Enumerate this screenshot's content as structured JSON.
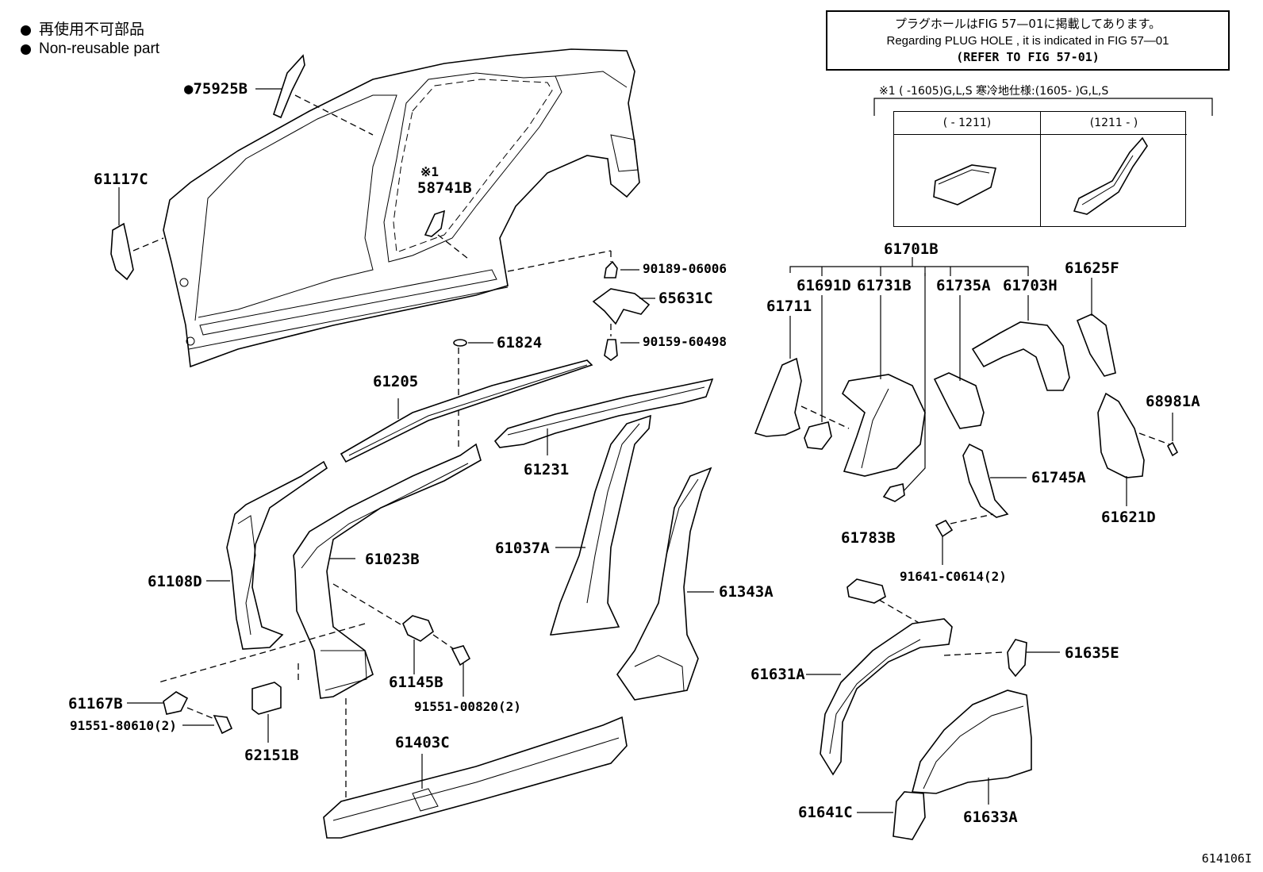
{
  "legend": {
    "jp": "再使用不可部品",
    "en": "Non-reusable part"
  },
  "note": {
    "line1": "プラグホールはFIG 57—01に掲載してあります。",
    "line2": "Regarding  PLUG  HOLE , it is indicated in FIG 57—01",
    "line3": "(REFER TO FIG 57-01)"
  },
  "spec_header": "※1 (       -1605)G,L,S 寒冷地仕様:(1605-        )G,L,S",
  "variant_table": {
    "col1": "(      - 1211)",
    "col2": "(1211 -      )"
  },
  "note_mark": "※1",
  "parts": {
    "p75925B": "●75925B",
    "p61117C": "61117C",
    "p58741B": "58741B",
    "p90189": "90189-06006",
    "p65631C": "65631C",
    "p90159": "90159-60498",
    "p61824": "61824",
    "p61205": "61205",
    "p61231": "61231",
    "p61108D": "61108D",
    "p61023B": "61023B",
    "p61037A": "61037A",
    "p61343A": "61343A",
    "p61145B": "61145B",
    "p91551_00820": "91551-00820(2)",
    "p61167B": "61167B",
    "p91551_80610": "91551-80610(2)",
    "p62151B": "62151B",
    "p61403C": "61403C",
    "p61701B": "61701B",
    "p61711": "61711",
    "p61691D": "61691D",
    "p61731B": "61731B",
    "p61735A": "61735A",
    "p61703H": "61703H",
    "p61625F": "61625F",
    "p68981A": "68981A",
    "p61621D": "61621D",
    "p61745A": "61745A",
    "p91641": "91641-C0614(2)",
    "p61783B": "61783B",
    "p61631A": "61631A",
    "p61635E": "61635E",
    "p61641C": "61641C",
    "p61633A": "61633A"
  },
  "footer_code": "614106I"
}
